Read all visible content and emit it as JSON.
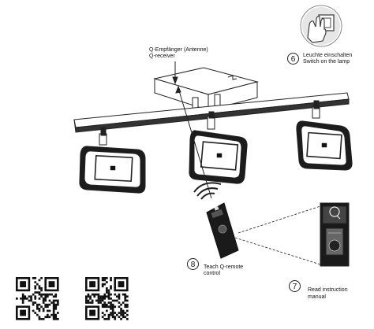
{
  "antenna": {
    "label_de": "Q-Empfänger (Antenne)",
    "label_en": "Q-receiver"
  },
  "step6": {
    "number": "6",
    "label_de": "Leuchte einschalten",
    "label_en": "Switch on the lamp"
  },
  "step8": {
    "number": "8",
    "label_line1": "Teach Q-remote",
    "label_line2": "control"
  },
  "step7": {
    "number": "7",
    "label_line1": "Read instruction",
    "label_line2": "manual"
  },
  "icons": {
    "hand_switch": "hand-pressing-switch-icon",
    "remote_signal": "wireless-signal-icon",
    "qr_1": "qr-code-icon",
    "qr_2": "qr-code-icon",
    "booklet": "instruction-booklet-icon"
  },
  "colors": {
    "line": "#222222",
    "fill_dark": "#1a1a1a",
    "fill_light": "#f3f3f3"
  }
}
